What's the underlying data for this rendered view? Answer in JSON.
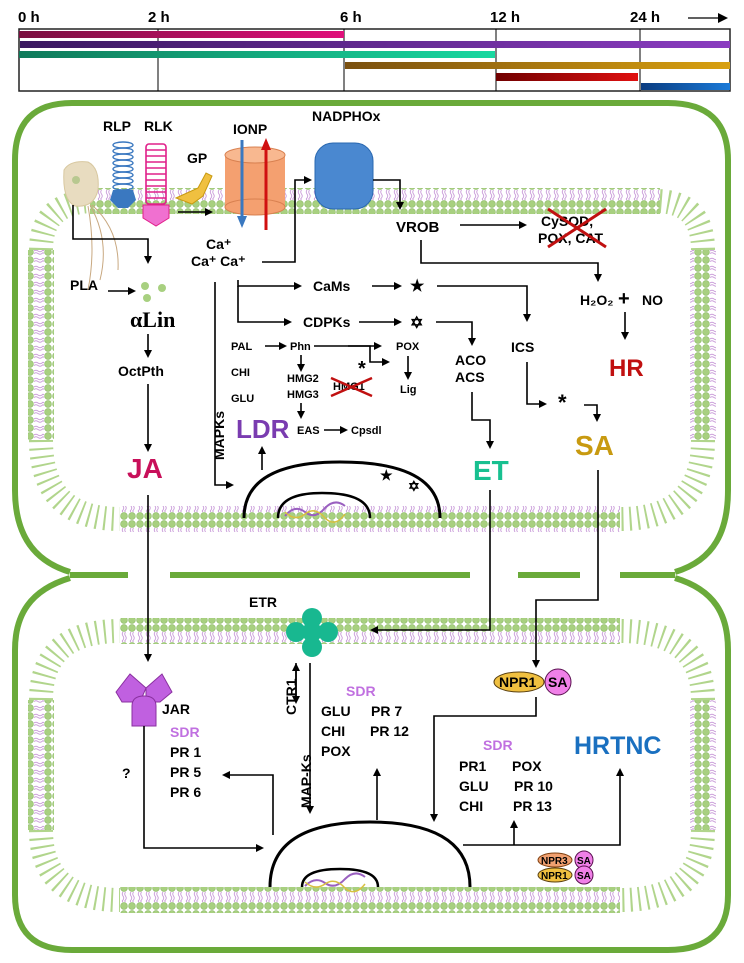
{
  "timeline": {
    "ticks": [
      "0 h",
      "2 h",
      "6 h",
      "12 h",
      "24 h"
    ],
    "arrow_icon": "right-arrow",
    "bars": [
      {
        "name": "JA",
        "start": "0 h",
        "end": "6 h",
        "color_from": "#7a1040",
        "color_to": "#e0107a"
      },
      {
        "name": "LDR",
        "start": "0 h",
        "end": ">24 h",
        "color_from": "#3a1860",
        "color_to": "#8a3cc0"
      },
      {
        "name": "ET",
        "start": "0 h",
        "end": "12 h",
        "color_from": "#107a5a",
        "color_to": "#18d8a0"
      },
      {
        "name": "SA",
        "start": "6 h",
        "end": ">24 h",
        "color_from": "#7a5010",
        "color_to": "#d8a010"
      },
      {
        "name": "HR",
        "start": "12 h",
        "end": "24 h",
        "color_from": "#700000",
        "color_to": "#e01010"
      },
      {
        "name": "HRTNC",
        "start": "24 h",
        "end": ">24 h",
        "color_from": "#0a3c80",
        "color_to": "#1a7ad8"
      }
    ]
  },
  "upper_cell": {
    "receptors": {
      "rlp": "RLP",
      "rlk": "RLK",
      "gp": "GP",
      "ionp": "IONP",
      "nadphox": "NADPHOx"
    },
    "ca": {
      "line1": "Ca⁺",
      "line2": "Ca⁺ Ca⁺"
    },
    "pla": "PLA",
    "alin": "αLin",
    "octpth": "OctPth",
    "ja": "JA",
    "mapks": "MAPKs",
    "cams": "CaMs",
    "cdpks": "CDPKs",
    "pal": "PAL",
    "phn": "Phn",
    "chi": "CHI",
    "glu": "GLU",
    "hmg23": [
      "HMG2",
      "HMG3"
    ],
    "hmg1": "HMG1",
    "eas": "EAS",
    "cpsdl": "Cpsdl",
    "pox": "POX",
    "lig": "Lig",
    "ldr": "LDR",
    "aco": "ACO",
    "acs": "ACS",
    "et": "ET",
    "ics": "ICS",
    "sa": "SA",
    "vrob": "VROB",
    "antiox": [
      "CySOD,",
      "POX, CAT"
    ],
    "h2o2": "H₂O₂",
    "plus": "+",
    "no": "NO",
    "hr": "HR",
    "asterisk": "*"
  },
  "lower_cell": {
    "etr": "ETR",
    "ctr1": "CTR1",
    "mapks": "MAP-Ks",
    "jar": "JAR",
    "question": "?",
    "sdr_ja": {
      "title": "SDR",
      "items": [
        "PR 1",
        "PR 5",
        "PR 6"
      ]
    },
    "sdr_et": {
      "title": "SDR",
      "col1": [
        "GLU",
        "CHI",
        "POX"
      ],
      "col2": [
        "PR 7",
        "PR 12"
      ]
    },
    "sdr_sa": {
      "title": "SDR",
      "col1": [
        "PR1",
        "GLU",
        "CHI"
      ],
      "col2": [
        "POX",
        "PR 10",
        "PR 13"
      ]
    },
    "npr1": "NPR1",
    "npr3": "NPR3",
    "sa": "SA",
    "hrtnc": "HRTNC"
  },
  "colors": {
    "cell_wall": "#6aaa3a",
    "membrane_head": "#a8d080",
    "membrane_tail": "#c89ad8",
    "ja": "#c8105a",
    "ldr": "#7a3cb0",
    "et": "#18c090",
    "sa": "#c89a10",
    "hr": "#c01010",
    "hrtnc": "#1a70c0",
    "sdr": "#c070e0"
  }
}
